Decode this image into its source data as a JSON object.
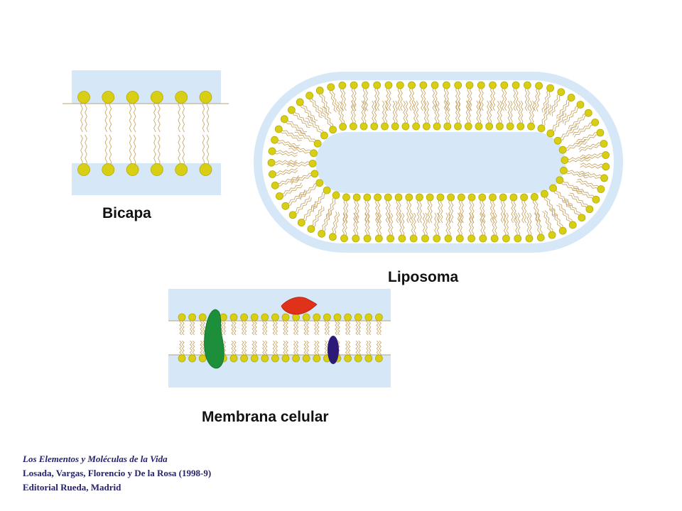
{
  "labels": {
    "bilayer": "Bicapa",
    "liposome": "Liposoma",
    "cell_membrane": "Membrana celular"
  },
  "credits": {
    "book_title": "Los Elementos y Moléculas de la Vida",
    "authors": "Losada, Vargas, Florencio y De la Rosa (1998-9)",
    "publisher": "Editorial Rueda, Madrid"
  },
  "colors": {
    "water": "#d6e8f8",
    "lipid_head": "#d8cf14",
    "lipid_head_outline": "#b5ac08",
    "lipid_tail": "#c9a86b",
    "membrane_line": "#b8a27a",
    "protein_green": "#1d8f3a",
    "protein_red": "#e0321a",
    "protein_purple": "#2c1a78",
    "credits_text": "#26226e"
  }
}
